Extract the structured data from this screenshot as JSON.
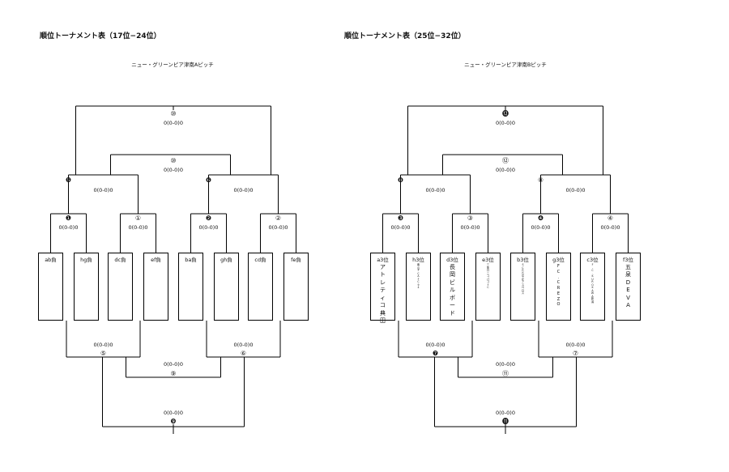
{
  "left": {
    "title": "順位トーナメント表（17位−24位）",
    "venue": "ニュー・グリーンピア津南Aピッチ",
    "teams": [
      {
        "label": "ab負",
        "name": ""
      },
      {
        "label": "hg負",
        "name": ""
      },
      {
        "label": "dc負",
        "name": ""
      },
      {
        "label": "ef負",
        "name": ""
      },
      {
        "label": "ba負",
        "name": ""
      },
      {
        "label": "gh負",
        "name": ""
      },
      {
        "label": "cd負",
        "name": ""
      },
      {
        "label": "fe負",
        "name": ""
      }
    ],
    "marks": {
      "r1_top": [
        "❶",
        "①",
        "❷",
        "②"
      ],
      "r2_top": [
        "❺",
        "❻"
      ],
      "r3_top": [
        "⑩",
        "⑩"
      ],
      "r1_bot": [
        "⑤",
        "⑥"
      ],
      "r2_bot": [
        "⑨",
        "❾"
      ]
    },
    "score": "0(0-0)0"
  },
  "right": {
    "title": "順位トーナメント表（25位−32位）",
    "venue": "ニュー・グリーンピア津南Bピッチ",
    "teams": [
      {
        "label": "a3位",
        "name": "アトレティコ典田",
        "size": "lg"
      },
      {
        "label": "h3位",
        "name": "南山FC AFC94",
        "size": "sm"
      },
      {
        "label": "d3位",
        "name": "長岡ビルボード",
        "size": "lg"
      },
      {
        "label": "e3位",
        "name": "三条ロニコパコFC",
        "size": "sm"
      },
      {
        "label": "b3位",
        "name": "SCたちなかアスペロス",
        "size": "sm"
      },
      {
        "label": "g3位",
        "name": "FC.CREZO",
        "size": "md"
      },
      {
        "label": "c3位",
        "name": "F.C. KUROKAWA新潟",
        "size": "sm"
      },
      {
        "label": "f3位",
        "name": "五泉DEVA",
        "size": "lg"
      }
    ],
    "marks": {
      "r1_top": [
        "❸",
        "③",
        "❹",
        "④"
      ],
      "r2_top": [
        "❽",
        "⑧"
      ],
      "r3_top": [
        "⓬",
        "⑫"
      ],
      "r1_bot": [
        "❼",
        "⑦"
      ],
      "r2_bot": [
        "⑪",
        "⓫"
      ]
    },
    "score": "0(0-0)0"
  },
  "colors": {
    "line": "#000000",
    "text": "#111111"
  }
}
